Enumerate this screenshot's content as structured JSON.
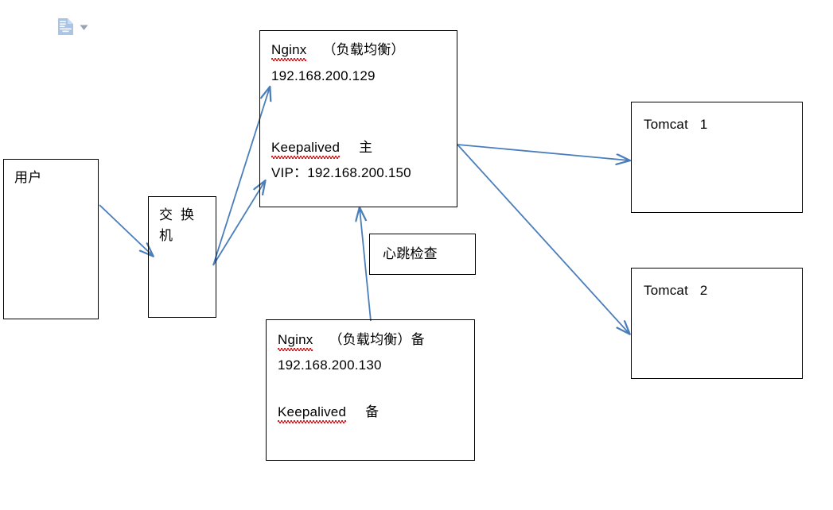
{
  "diagram": {
    "title": "Nginx + Keepalived high availability load balancing topology",
    "accent_arrow_color": "#4a7ebb",
    "box_border_color": "#000000",
    "spellcheck_underline_color": "#e01b1b",
    "paste_icon_color": "#aac4e6"
  },
  "smart_tag": {
    "icon_name": "paste-options-document-icon",
    "caret_name": "dropdown-caret-icon"
  },
  "nodes": {
    "user": {
      "label": "用户"
    },
    "switch": {
      "label_line1": "交  换",
      "label_line2": "机"
    },
    "nginx_master": {
      "line1_app": "Nginx",
      "line1_role": "（负载均衡）",
      "line2_ip": "192.168.200.129",
      "line3_service": "Keepalived",
      "line3_role": "主",
      "line4_vip": "VIP：192.168.200.150"
    },
    "nginx_backup": {
      "line1_app": "Nginx",
      "line1_role": "（负载均衡）备",
      "line2_ip": "192.168.200.130",
      "line3_service": "Keepalived",
      "line3_role": "备"
    },
    "heartbeat": {
      "label": "心跳检查"
    },
    "tomcat1": {
      "label": "Tomcat   1"
    },
    "tomcat2": {
      "label": "Tomcat   2"
    }
  },
  "connectors": [
    {
      "name": "user-to-switch",
      "from": "user",
      "to": "switch"
    },
    {
      "name": "switch-to-nginx-master-upper",
      "from": "switch",
      "to": "nginx_master"
    },
    {
      "name": "switch-to-nginx-master-lower",
      "from": "switch",
      "to": "nginx_master"
    },
    {
      "name": "nginx-master-to-tomcat1",
      "from": "nginx_master",
      "to": "tomcat1"
    },
    {
      "name": "nginx-master-to-tomcat2",
      "from": "nginx_master",
      "to": "tomcat2"
    },
    {
      "name": "nginx-backup-heartbeat-to-master",
      "from": "nginx_backup",
      "to": "nginx_master"
    }
  ]
}
